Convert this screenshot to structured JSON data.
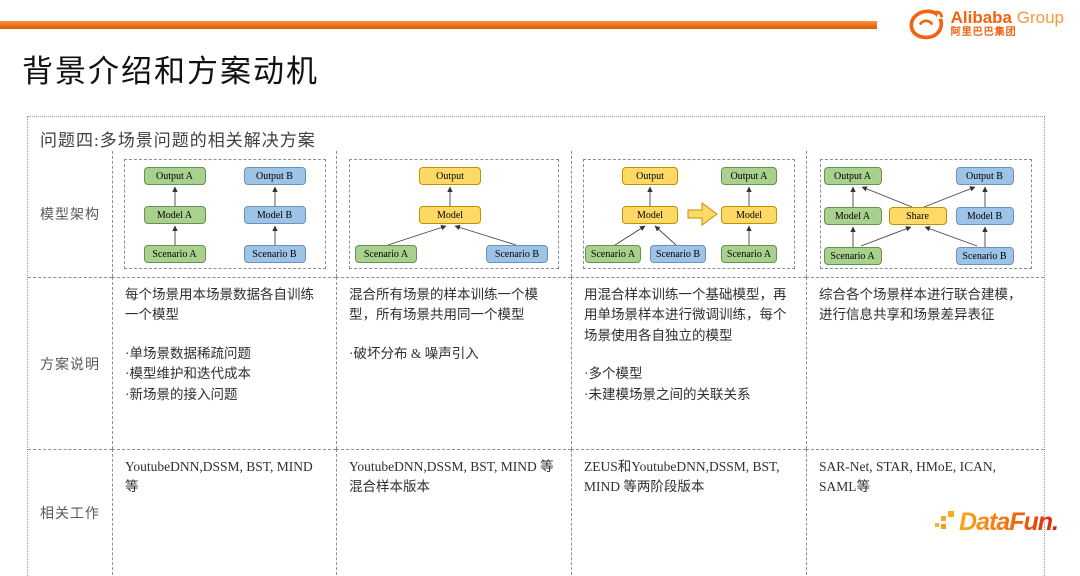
{
  "title": "背景介绍和方案动机",
  "logos": {
    "alibaba_name": "Alibaba",
    "alibaba_group": "Group",
    "alibaba_cn": "阿里巴巴集团",
    "datafun": "DataFun."
  },
  "colors": {
    "accent_orange": "#ED7117",
    "logo_orange": "#F2620F",
    "node_green": "#A9D18E",
    "node_blue": "#9DC3E6",
    "node_yellow": "#FFD966",
    "node_yellow_border": "#BF9000",
    "dashed_border": "#8F8F8F"
  },
  "panel": {
    "title": "问题四:多场景问题的相关解决方案",
    "row_labels": [
      "模型架构",
      "方案说明",
      "相关工作"
    ],
    "columns": [
      {
        "description": "每个场景用本场景数据各自训练一个模型",
        "bullets": [
          "·单场景数据稀疏问题",
          "·模型维护和迭代成本",
          "·新场景的接入问题"
        ],
        "related_work": "YoutubeDNN,DSSM, BST, MIND 等"
      },
      {
        "description": "混合所有场景的样本训练一个模型，所有场景共用同一个模型",
        "bullets": [
          "·破坏分布 & 噪声引入"
        ],
        "related_work": "YoutubeDNN,DSSM, BST, MIND 等混合样本版本"
      },
      {
        "description": "用混合样本训练一个基础模型，再用单场景样本进行微调训练，每个场景使用各自独立的模型",
        "bullets": [
          "·多个模型",
          "·未建模场景之间的关联关系"
        ],
        "related_work": "ZEUS和YoutubeDNN,DSSM, BST, MIND 等两阶段版本"
      },
      {
        "description": "综合各个场景样本进行联合建模，进行信息共享和场景差异表征",
        "bullets": [],
        "related_work": "SAR-Net, STAR, HMoE, ICAN, SAML等"
      }
    ]
  },
  "diagrams": [
    {
      "nodes": [
        "Output A",
        "Model A",
        "Scenario A",
        "Output B",
        "Model B",
        "Scenario B"
      ]
    },
    {
      "nodes": [
        "Output",
        "Model",
        "Scenario A",
        "Scenario B"
      ]
    },
    {
      "nodes": [
        "Output",
        "Model",
        "Scenario A",
        "Scenario B",
        "Output A",
        "Model",
        "Scenario A"
      ]
    },
    {
      "nodes": [
        "Output A",
        "Model A",
        "Scenario A",
        "Share",
        "Output B",
        "Model B",
        "Scenario B"
      ]
    }
  ]
}
